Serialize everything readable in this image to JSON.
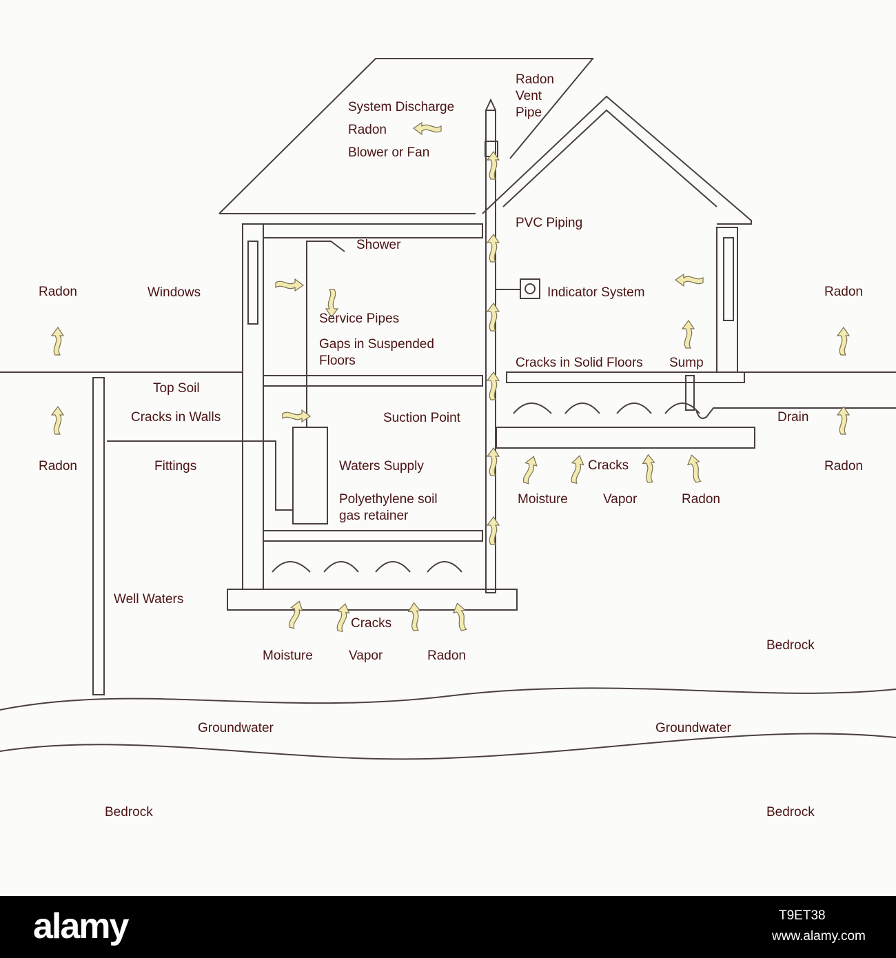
{
  "colors": {
    "label": "#4a1414",
    "arrow": "#f2eab0",
    "line": "#4a4040",
    "footer_bg": "#000000"
  },
  "labels": {
    "radon_vent_pipe": "Radon\nVent\nPipe",
    "system_discharge": "System Discharge",
    "radon_top": "Radon",
    "blower_or_fan": "Blower or Fan",
    "pvc_piping": "PVC Piping",
    "shower": "Shower",
    "radon_left_top": "Radon",
    "windows": "Windows",
    "indicator_system": "Indicator System",
    "radon_right_top": "Radon",
    "service_pipes": "Service Pipes",
    "gaps_in_suspended_floors": "Gaps in Suspended Floors",
    "cracks_in_solid_floors": "Cracks in Solid Floors",
    "sump": "Sump",
    "top_soil": "Top Soil",
    "cracks_in_walls": "Cracks in Walls",
    "suction_point": "Suction Point",
    "drain": "Drain",
    "radon_left_bottom": "Radon",
    "fittings": "Fittings",
    "waters_supply": "Waters Supply",
    "cracks_right": "Cracks",
    "radon_right_bottom": "Radon",
    "polyethylene": "Polyethylene soil gas retainer",
    "moisture_right": "Moisture",
    "vapor_right": "Vapor",
    "radon_right_floor": "Radon",
    "well_waters": "Well Waters",
    "cracks_left": "Cracks",
    "bedrock_right_upper": "Bedrock",
    "moisture_left": "Moisture",
    "vapor_left": "Vapor",
    "radon_left_floor": "Radon",
    "groundwater_left": "Groundwater",
    "groundwater_right": "Groundwater",
    "bedrock_left": "Bedrock",
    "bedrock_right": "Bedrock"
  },
  "footer": {
    "brand": "alamy",
    "image_id": "T9ET38",
    "url": "www.alamy.com"
  }
}
